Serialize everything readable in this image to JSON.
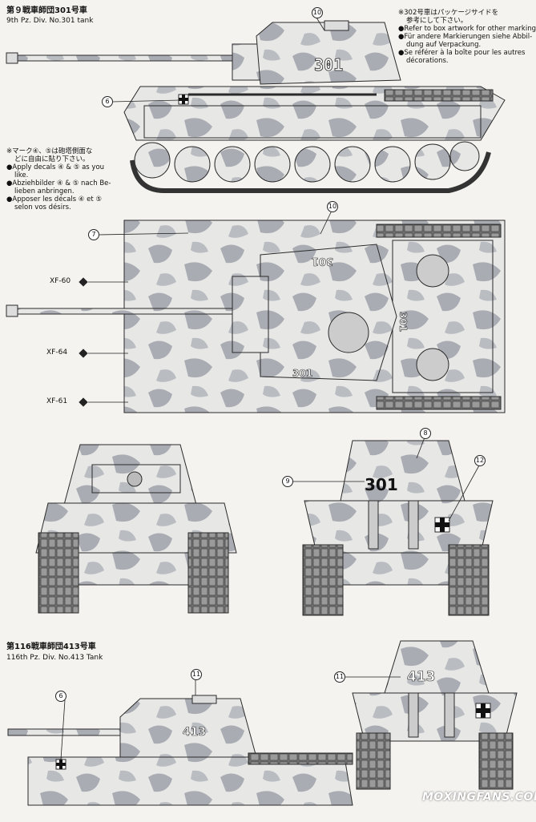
{
  "header": {
    "jp_title": "第９戦車師団301号車",
    "en_title": "9th Pz. Div. No.301 tank"
  },
  "note_302": [
    "※302号車はパッケージサイドを",
    "参考にして下さい。",
    "●Refer to box artwork for other markings.",
    "●Für andere Markierungen siehe Abbil-",
    "dung auf Verpackung.",
    "●Se référer à la boîte pour les autres",
    "décorations."
  ],
  "note_decals": [
    "※マーク④、⑤は砲塔側面な",
    "どに自由に貼り下さい。",
    "●Apply decals ④ & ⑤ as you",
    "like.",
    "●Abziehbilder ④ & ⑤ nach Be-",
    "lieben anbringen.",
    "●Apposer les décals ④ et ⑤",
    "selon vos désirs."
  ],
  "section2": {
    "jp_title": "第116戦車師団413号車",
    "en_title": "116th Pz. Div. No.413 Tank"
  },
  "callouts": {
    "c10a": "10",
    "c6a": "6",
    "c10b": "10",
    "c7": "7",
    "c8": "8",
    "c9": "9",
    "c12": "12",
    "c11a": "11",
    "c6b": "6",
    "c11b": "11"
  },
  "paints": {
    "xf60": "XF-60",
    "xf64": "XF-64",
    "xf61": "XF-61"
  },
  "tank_numbers": {
    "side1": "301",
    "top_turret_rear": "301",
    "top_turret_side_a": "301",
    "top_turret_side_b": "301",
    "rear1": "301",
    "side2": "413",
    "rear2": "413"
  },
  "watermark": "MOXINGFANS.COM",
  "colors": {
    "camo_base": "#e6e6e6",
    "camo_patch": "#a9acb2",
    "outline": "#2a2a2a"
  }
}
